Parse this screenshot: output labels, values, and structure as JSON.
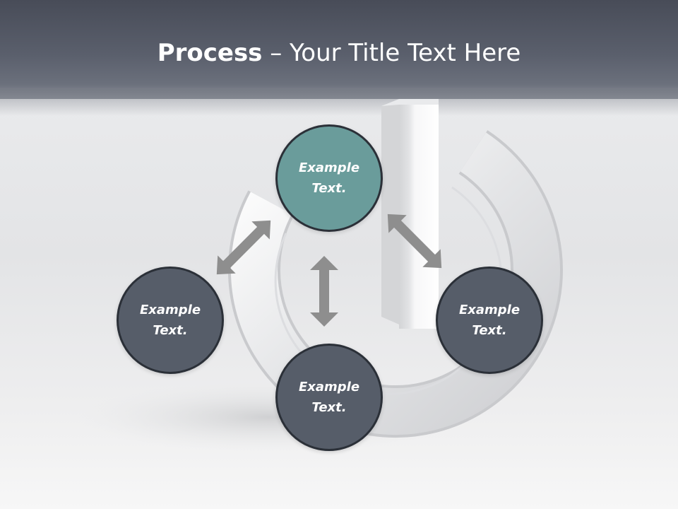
{
  "title": {
    "bold": "Process",
    "rest": " – Your Title Text Here"
  },
  "nodes": [
    {
      "label": "Example\nText.",
      "color": "#6a9c9b"
    },
    {
      "label": "Example\nText.",
      "color": "#565d69"
    },
    {
      "label": "Example\nText.",
      "color": "#565d69"
    },
    {
      "label": "Example\nText.",
      "color": "#565d69"
    }
  ],
  "colors": {
    "header": "#565b67",
    "arrow": "#8e8e8e",
    "node_border": "#2b3038"
  },
  "icons": {
    "background": "power-symbol-icon",
    "connectors": "double-headed-arrow-icon"
  }
}
